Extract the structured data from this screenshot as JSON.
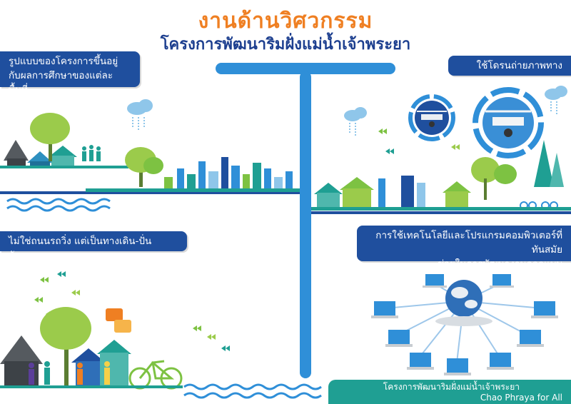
{
  "title": {
    "main": "งานด้านวิศวกรรม",
    "sub": "โครงการพัฒนาริมฝั่งแม่น้ำเจ้าพระยา"
  },
  "sections": {
    "top_left": {
      "lines": [
        "รูปแบบของโครงการขึ้นอยู่",
        "กับผลการศึกษาของแต่ละพื้นที่"
      ]
    },
    "top_right": {
      "lines": [
        "ใช้โดรนถ่ายภาพทางอากาศ"
      ]
    },
    "mid_left": {
      "lines": [
        "ไม่ใช่ถนนรถวิ่ง แต่เป็นทางเดิน-ปั่นจักรยาน"
      ]
    },
    "mid_right": {
      "lines": [
        "การใช้เทคโนโลยีและโปรแกรมคอมพิวเตอร์ที่ทันสมัย",
        "ช่วยในการพัฒนางานออกแบบ"
      ]
    }
  },
  "footer": {
    "line1": "โครงการพัฒนาริมฝั่งแม่น้ำเจ้าพระยา",
    "line2": "Chao Phraya for All"
  },
  "colors": {
    "navy": "#1f4f9e",
    "orange": "#ef7f22",
    "teal": "#1f9f93",
    "green": "#7dc242",
    "blue": "#2f8fd8"
  }
}
